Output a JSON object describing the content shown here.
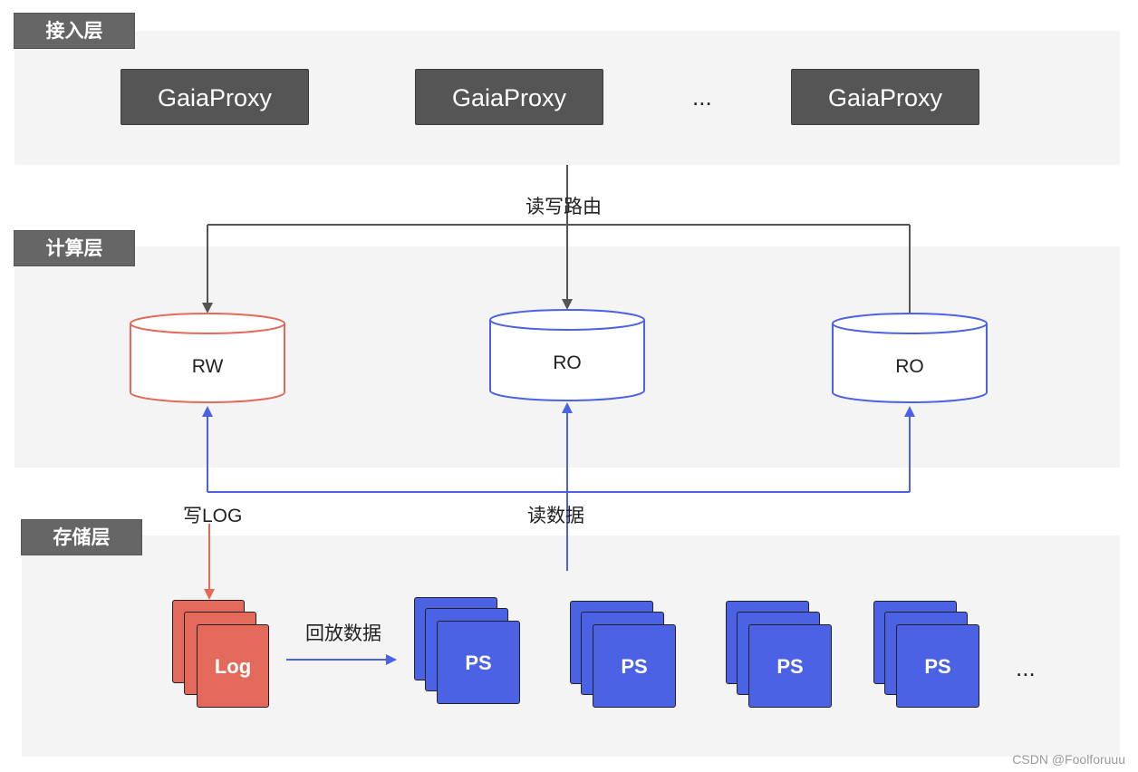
{
  "layers": {
    "access": "接入层",
    "compute": "计算层",
    "storage": "存储层"
  },
  "access": {
    "proxies": [
      "GaiaProxy",
      "GaiaProxy",
      "GaiaProxy"
    ],
    "ellipsis": "..."
  },
  "compute": {
    "nodes": [
      "RW",
      "RO",
      "RO"
    ]
  },
  "storage": {
    "log_label": "Log",
    "ps_labels": [
      "PS",
      "PS",
      "PS",
      "PS"
    ],
    "ellipsis": "..."
  },
  "edges": {
    "route": "读写路由",
    "write_log": "写LOG",
    "read_data": "读数据",
    "replay": "回放数据"
  },
  "colors": {
    "rw": "#e3695a",
    "ro": "#4a62e3",
    "route": "#555555",
    "layer_bg": "#f4f4f4"
  },
  "watermark": "CSDN @Foolforuuu"
}
